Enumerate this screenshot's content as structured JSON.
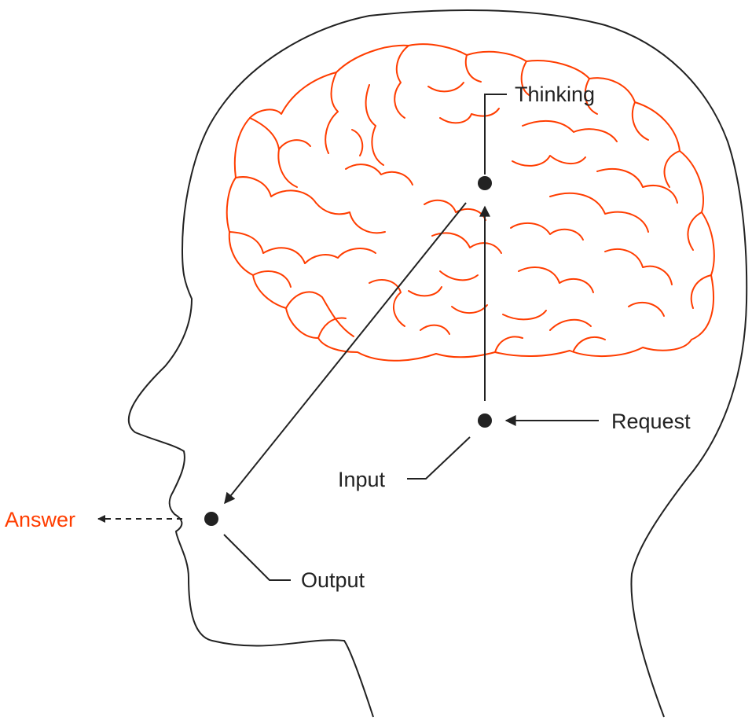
{
  "labels": {
    "thinking": "Thinking",
    "request": "Request",
    "input": "Input",
    "output": "Output",
    "answer": "Answer"
  },
  "colors": {
    "accent": "#ff3d00",
    "ink": "#222222"
  }
}
